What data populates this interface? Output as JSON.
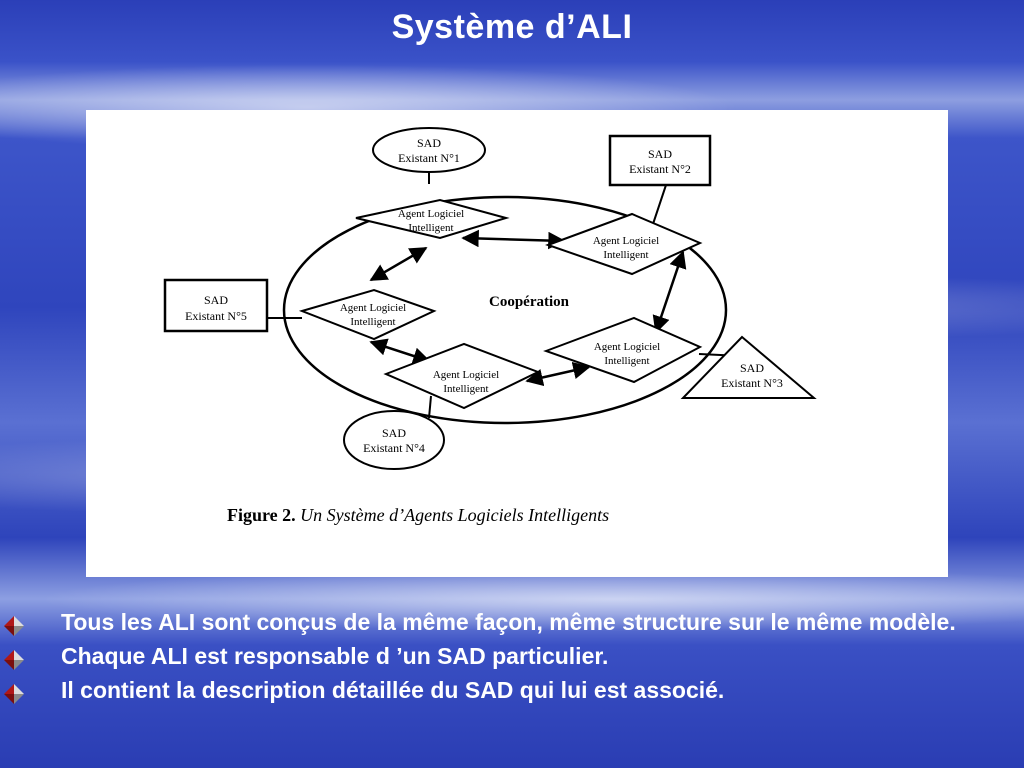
{
  "slide": {
    "title": "Système d’ALI"
  },
  "diagram": {
    "nodes": {
      "sad1": [
        "SAD",
        "Existant N°1"
      ],
      "sad2": [
        "SAD",
        "Existant N°2"
      ],
      "sad3": [
        "SAD",
        "Existant N°3"
      ],
      "sad4": [
        "SAD",
        "Existant N°4"
      ],
      "sad5": [
        "SAD",
        "Existant N°5"
      ],
      "agent": [
        "Agent Logiciel",
        "Intelligent"
      ]
    },
    "center_label": "Coopération",
    "caption_prefix": "Figure 2.",
    "caption_text": "Un Système d’Agents Logiciels Intelligents"
  },
  "bullets": [
    "Tous les ALI sont conçus de la même façon, même structure sur le même modèle.",
    "Chaque ALI est responsable d ’un SAD particulier.",
    "Il contient la description détaillée du SAD qui lui est associé."
  ],
  "colors": {
    "bullet_red": "#b01818",
    "bullet_gray": "#9a9a9a"
  }
}
